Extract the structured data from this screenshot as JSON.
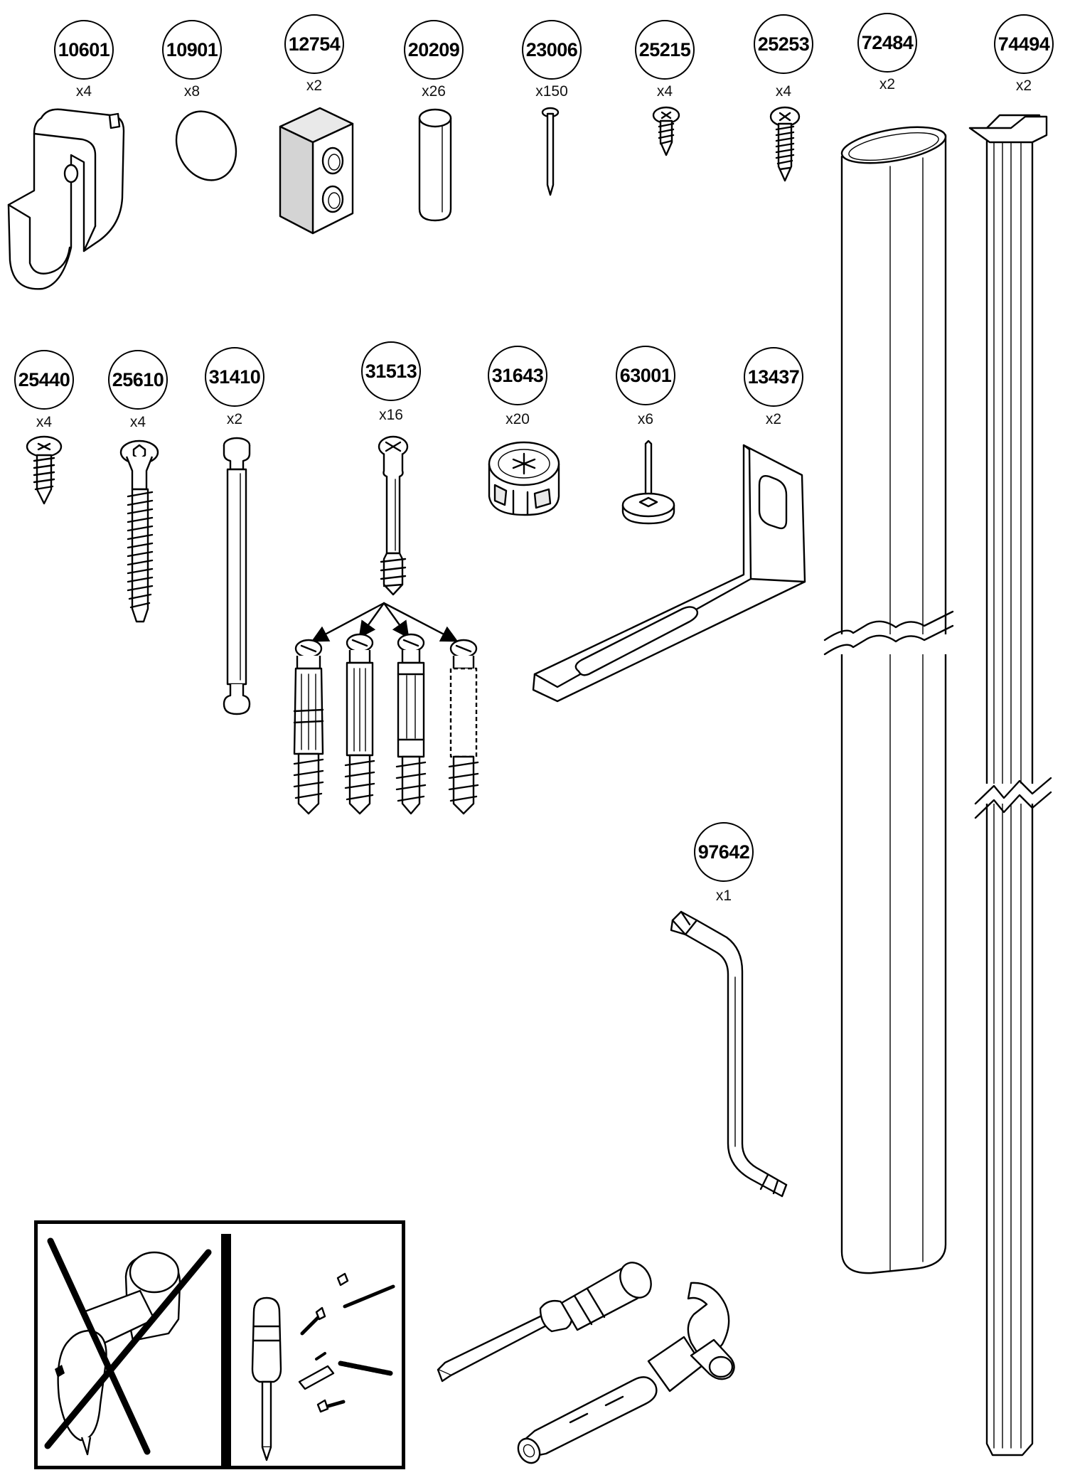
{
  "parts": [
    {
      "code": "10601",
      "qty": "x4",
      "icon": "rail-bracket-icon"
    },
    {
      "code": "10901",
      "qty": "x8",
      "icon": "felt-pad-icon"
    },
    {
      "code": "12754",
      "qty": "x2",
      "icon": "connector-block-icon"
    },
    {
      "code": "20209",
      "qty": "x26",
      "icon": "wooden-dowel-icon"
    },
    {
      "code": "23006",
      "qty": "x150",
      "icon": "nail-icon"
    },
    {
      "code": "25215",
      "qty": "x4",
      "icon": "short-screw-icon"
    },
    {
      "code": "25253",
      "qty": "x4",
      "icon": "screw-icon"
    },
    {
      "code": "72484",
      "qty": "x2",
      "icon": "oval-rail-tube-icon"
    },
    {
      "code": "74494",
      "qty": "x2",
      "icon": "profile-rail-icon"
    },
    {
      "code": "25440",
      "qty": "x4",
      "icon": "pan-screw-icon"
    },
    {
      "code": "25610",
      "qty": "x4",
      "icon": "long-hex-screw-icon"
    },
    {
      "code": "31410",
      "qty": "x2",
      "icon": "double-ended-bolt-icon"
    },
    {
      "code": "31513",
      "qty": "x16",
      "icon": "cam-bolt-icon"
    },
    {
      "code": "31643",
      "qty": "x20",
      "icon": "cam-lock-icon"
    },
    {
      "code": "63001",
      "qty": "x6",
      "icon": "glide-foot-icon"
    },
    {
      "code": "13437",
      "qty": "x2",
      "icon": "l-bracket-icon"
    },
    {
      "code": "97642",
      "qty": "x1",
      "icon": "allen-key-icon"
    }
  ],
  "icons": {
    "cam_bolt_variants": "cam-bolt-variants-icon",
    "no_power_drill": "no-power-drill-icon",
    "use_hand_tools": "hand-screwdriver-fasteners-icon",
    "required_tools": "screwdriver-and-hammer-icon"
  },
  "colors": {
    "line": "#000000",
    "background": "#ffffff",
    "fill": "#e9e9e9"
  }
}
